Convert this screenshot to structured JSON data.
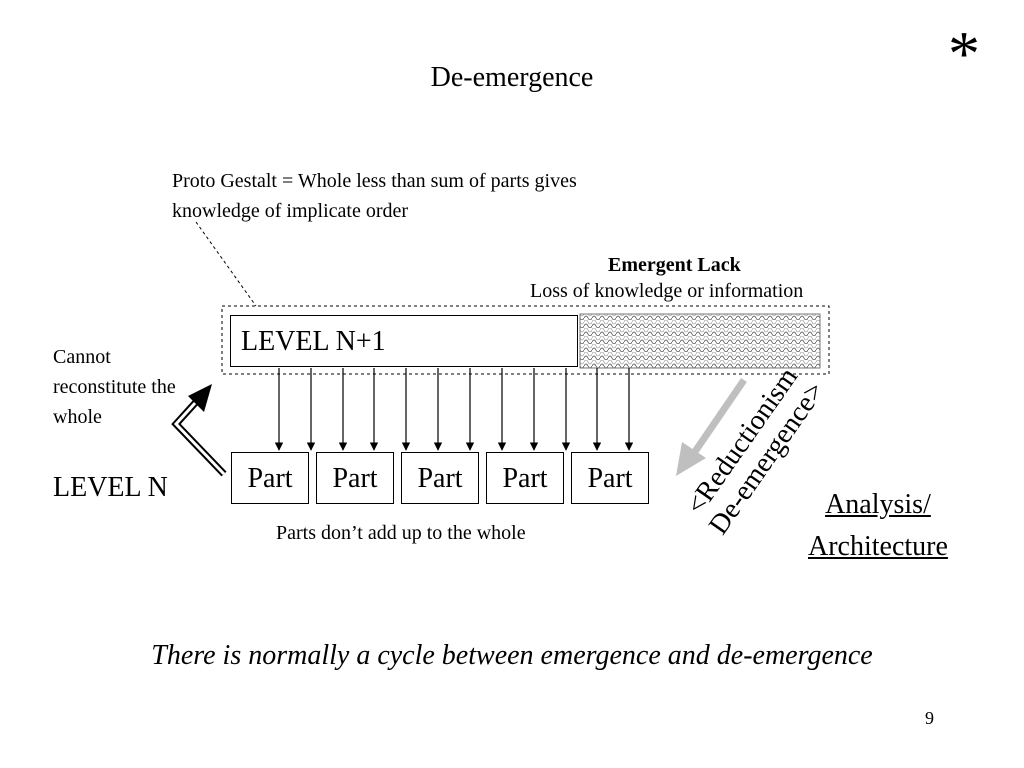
{
  "slide": {
    "marker": "*",
    "title": "De-emergence",
    "gestalt_line1": "Proto Gestalt = Whole less than sum of parts gives",
    "gestalt_line2": "knowledge of implicate order",
    "emergent_lack_title": "Emergent Lack",
    "emergent_lack_subtitle": "Loss of knowledge or information",
    "upper_level_label": "LEVEL N+1",
    "cannot_text": "Cannot reconstitute the whole",
    "lower_level_label": "LEVEL N",
    "parts": [
      "Part",
      "Part",
      "Part",
      "Part",
      "Part"
    ],
    "parts_note": "Parts don’t add up to the whole",
    "reduction_line1": "<Reductionism",
    "reduction_line2": "De-emergence>",
    "analysis_line1": "Analysis/",
    "analysis_line2": "Architecture",
    "cycle_statement": "There is normally a cycle between emergence and de-emergence",
    "page_number": "9"
  },
  "colors": {
    "text": "#000000",
    "reduction_arrow": "#bfbfbf",
    "hatch": "#555555"
  },
  "icons": {
    "marker": "asterisk",
    "up_arrow": "double-line-arrow",
    "reduction_arrow": "gray-diagonal-arrow"
  }
}
